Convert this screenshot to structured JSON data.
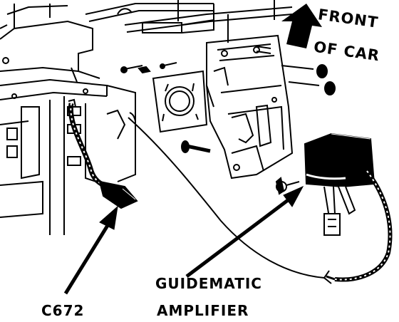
{
  "labels": {
    "front_line1": "FRONT",
    "front_line2": "OF CAR",
    "amplifier_line1": "GUIDEMATIC",
    "amplifier_line2": "AMPLIFIER",
    "connector": "C672"
  },
  "icons": {
    "direction": "front-of-car-arrow-icon"
  },
  "colors": {
    "ink": "#000000",
    "paper": "#ffffff"
  }
}
